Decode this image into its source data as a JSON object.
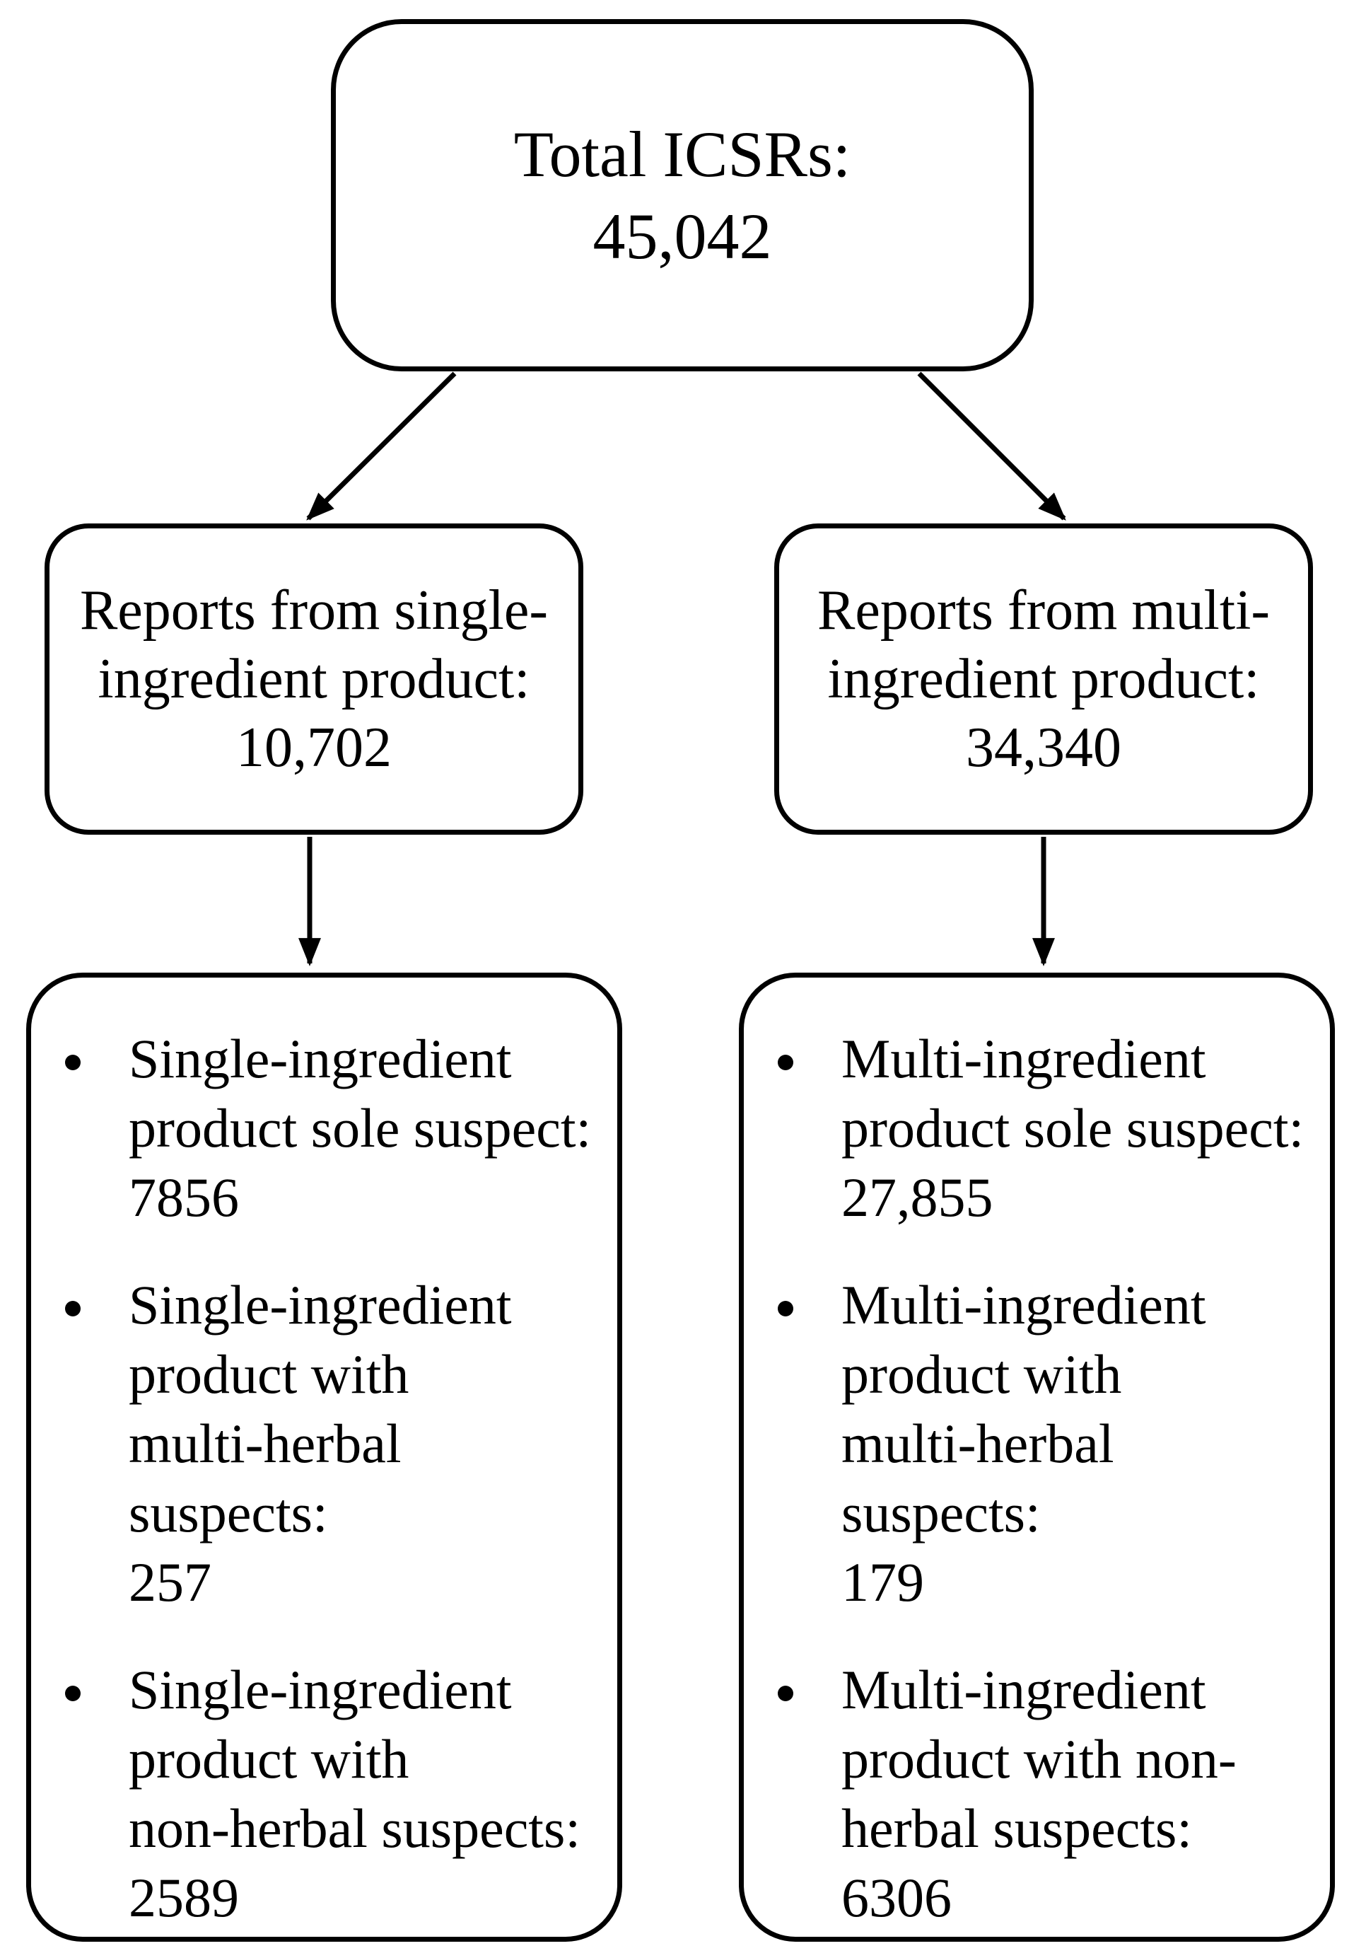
{
  "diagram": {
    "root": {
      "text": "Total ICSRs:\n45,042"
    },
    "branches": [
      {
        "title": "Reports from single-\ningredient product:\n10,702",
        "items": [
          "Single-ingredient\nproduct sole suspect:\n7856",
          "Single-ingredient\nproduct with\nmulti-herbal suspects:\n257",
          "Single-ingredient\nproduct with\nnon-herbal suspects:\n2589"
        ]
      },
      {
        "title": "Reports from multi-\ningredient product:\n34,340",
        "items": [
          "Multi-ingredient\nproduct sole suspect:\n27,855",
          "Multi-ingredient\nproduct with\nmulti-herbal suspects:\n179",
          "Multi-ingredient\nproduct with non-\nherbal suspects:\n6306"
        ]
      }
    ],
    "colors": {
      "line": "#000000",
      "text": "#000000",
      "background": "#ffffff"
    }
  }
}
